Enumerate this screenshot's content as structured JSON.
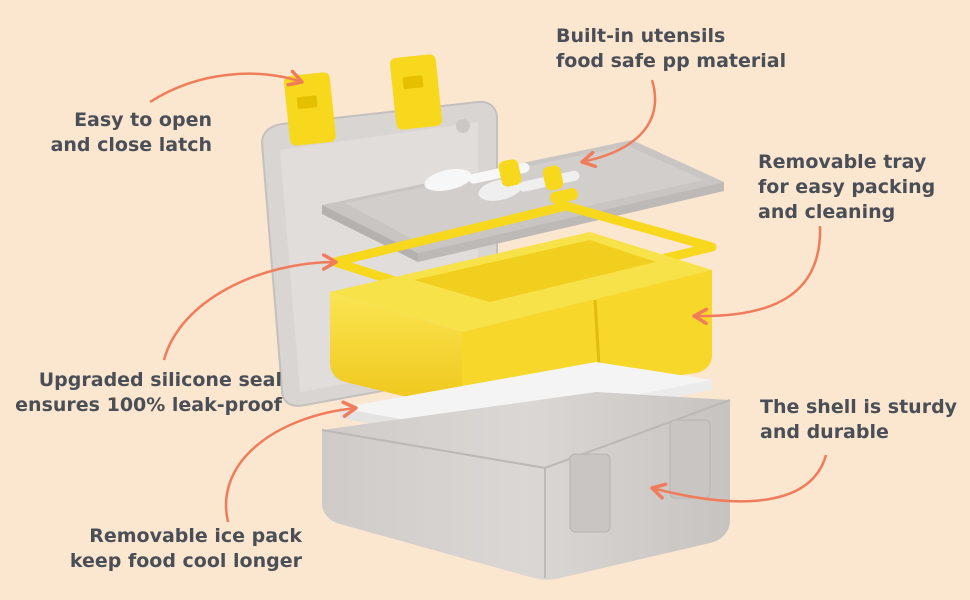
{
  "colors": {
    "background": "#fbe6cf",
    "text": "#4a4f57",
    "arrow": "#f07c5a",
    "shell": "#d6d2cf",
    "tray": "#f6db2a",
    "ice_pack": "#f4f4f4"
  },
  "callouts": {
    "latch": {
      "line1": "Easy to open",
      "line2": "and close latch"
    },
    "utensils": {
      "line1": "Built-in utensils",
      "line2": "food safe pp material"
    },
    "tray": {
      "line1": "Removable tray",
      "line2": "for easy packing",
      "line3": "and cleaning"
    },
    "seal": {
      "line1": "Upgraded silicone seal",
      "line2": "ensures 100% leak-proof"
    },
    "shell": {
      "line1": "The shell is sturdy",
      "line2": "and durable"
    },
    "icepack": {
      "line1": "Removable ice pack",
      "line2": "keep food cool longer"
    }
  }
}
